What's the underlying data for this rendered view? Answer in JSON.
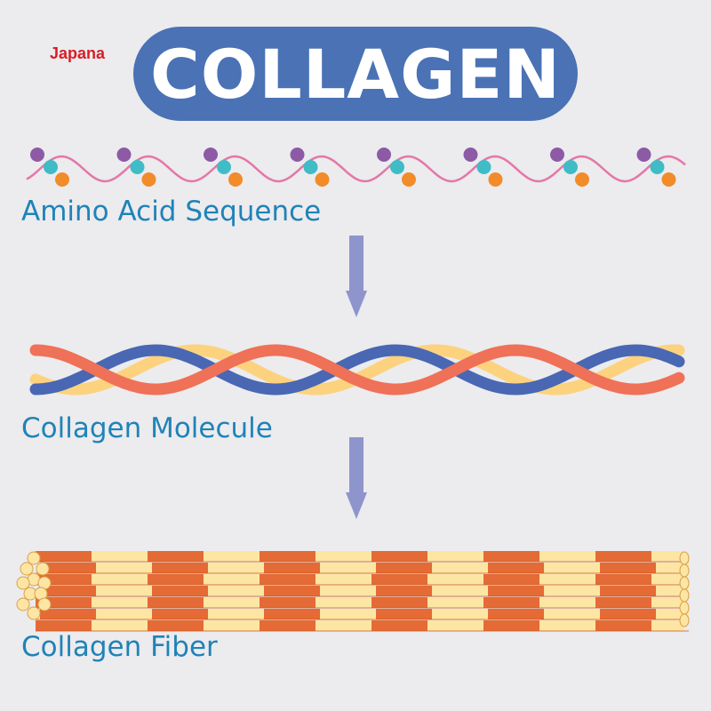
{
  "brand": {
    "logo_text": "Japana"
  },
  "title": "COLLAGEN",
  "stages": [
    {
      "label": "Amino Acid Sequence"
    },
    {
      "label": "Collagen Molecule"
    },
    {
      "label": "Collagen Fiber"
    }
  ],
  "colors": {
    "background": "#ecebee",
    "title_pill": "#4a72b5",
    "label_text": "#1f83b8",
    "arrow": "#8e94cc",
    "chain": "#e477a8",
    "bead_purple": "#8d5aa6",
    "bead_teal": "#3fbcc6",
    "bead_orange": "#f28b2a",
    "strand_blue": "#4967b3",
    "strand_red": "#ef7157",
    "strand_yellow": "#fcd27e",
    "fiber_orange": "#e46b35",
    "fiber_cream": "#fde6a4"
  }
}
